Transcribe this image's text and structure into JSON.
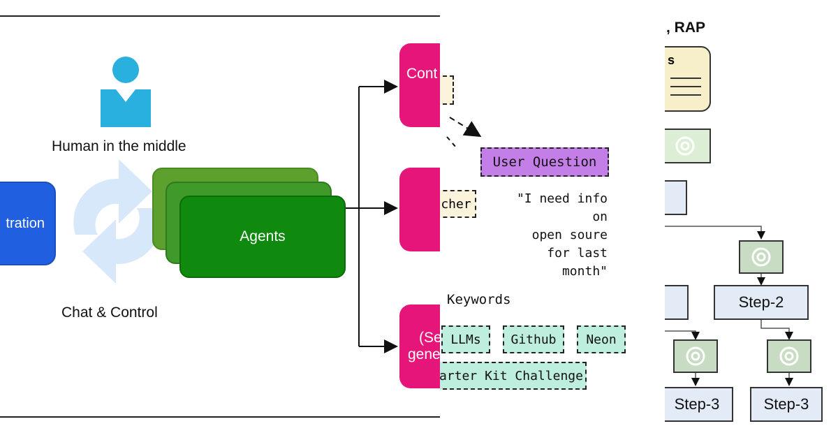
{
  "left": {
    "human_label": "Human in the middle",
    "orchestration_label": "tration",
    "agents_label": "Agents",
    "chat_label": "Chat & Control",
    "top_pink_label": "Cont",
    "bottom_pink_label_1": "(Se",
    "bottom_pink_label_2": "gene"
  },
  "middle": {
    "note_top_label": "",
    "note_cher_label": "cher",
    "user_question_label": "User Question",
    "quote_line_1": "\"I need info on",
    "quote_line_2": "open soure",
    "quote_line_3": "for last month\"",
    "keywords_label": "Keywords",
    "tags": [
      "LLMs",
      "Github",
      "Neon"
    ],
    "wide_tag": "arter Kit Challenge"
  },
  "right": {
    "title": ", RAP",
    "card_label": "s",
    "step2_label": "Step-2",
    "step3_left_label": "Step-3",
    "step3_right_label": "Step-3"
  },
  "colors": {
    "human_icon": "#29b0df",
    "cycle": "#d8e8fb",
    "orchestration": "#1f5fe0",
    "agents": "#0f8a0f",
    "pink": "#e5157a",
    "purple": "#c47ee8",
    "mint": "#bdeede",
    "step": "#e2ebf6"
  }
}
